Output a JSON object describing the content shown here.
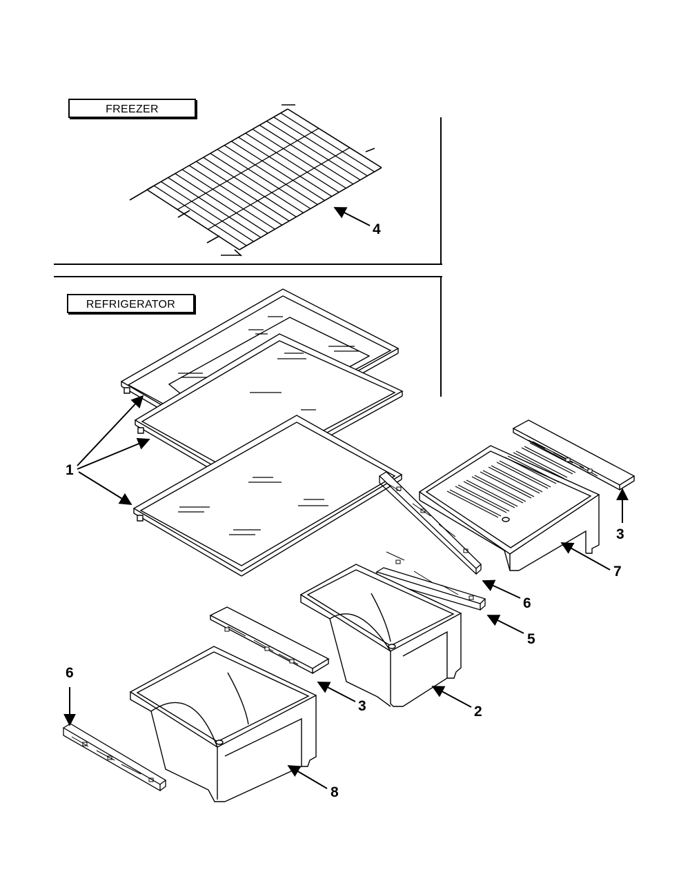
{
  "sections": {
    "freezer": "FREEZER",
    "refrigerator": "REFRIGERATOR"
  },
  "callouts": {
    "c1": "1",
    "c2": "2",
    "c3a": "3",
    "c3b": "3",
    "c4": "4",
    "c5": "5",
    "c6a": "6",
    "c6b": "6",
    "c7": "7",
    "c8": "8"
  }
}
